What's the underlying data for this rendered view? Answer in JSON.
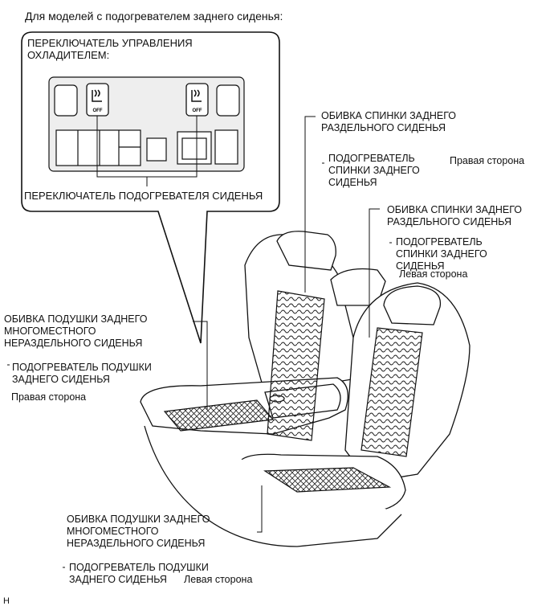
{
  "heading": "Для моделей с подогревателем заднего сиденья:",
  "callout": {
    "title": "ПЕРЕКЛЮЧАТЕЛЬ УПРАВЛЕНИЯ\nОХЛАДИТЕЛЕМ:",
    "switch_caption": "ПЕРЕКЛЮЧАТЕЛЬ ПОДОГРЕВАТЕЛЯ СИДЕНЬЯ",
    "off_label": "OFF"
  },
  "labels": {
    "seatback_trim_right": "ОБИВКА СПИНКИ ЗАДНЕГО\nРАЗДЕЛЬНОГО СИДЕНЬЯ",
    "seatback_heater_right": "ПОДОГРЕВАТЕЛЬ\nСПИНКИ ЗАДНЕГО\nСИДЕНЬЯ",
    "right_side_1": "Правая сторона",
    "seatback_trim_left": "ОБИВКА СПИНКИ ЗАДНЕГО\nРАЗДЕЛЬНОГО СИДЕНЬЯ",
    "seatback_heater_left": "ПОДОГРЕВАТЕЛЬ\nСПИНКИ ЗАДНЕГО\nСИДЕНЬЯ",
    "left_side_1": "Левая сторона",
    "cushion_trim_right": "ОБИВКА ПОДУШКИ ЗАДНЕГО\nМНОГОМЕСТНОГО\nНЕРАЗДЕЛЬНОГО СИДЕНЬЯ",
    "cushion_heater_right": "ПОДОГРЕВАТЕЛЬ ПОДУШКИ\nЗАДНЕГО СИДЕНЬЯ",
    "right_side_2": "Правая сторона",
    "cushion_trim_left": "ОБИВКА ПОДУШКИ ЗАДНЕГО\nМНОГОМЕСТНОГО\nНЕРАЗДЕЛЬНОГО СИДЕНЬЯ",
    "cushion_heater_left": "ПОДОГРЕВАТЕЛЬ ПОДУШКИ\nЗАДНЕГО СИДЕНЬЯ",
    "left_side_2": "Левая сторона",
    "figure_code": "H"
  }
}
